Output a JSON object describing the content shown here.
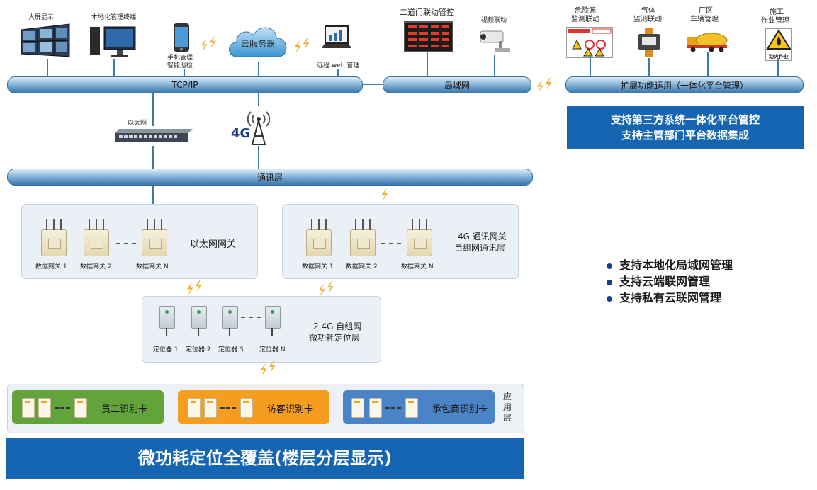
{
  "top_devices": {
    "big_screen": "大屏显示",
    "local_terminal": "本地化管理终端",
    "mobile": [
      "手机管理",
      "智能巡检"
    ],
    "cloud": "云服务器",
    "web": "远程 web 管理",
    "gate": "二道门联动管控",
    "video": "视频联动",
    "hazard": [
      "危险源",
      "监测联动"
    ],
    "gas": [
      "气体",
      "监测联动"
    ],
    "vehicle": [
      "厂区",
      "车辆管理"
    ],
    "construction": [
      "施工",
      "作业管理"
    ],
    "construction_sign": "动火作业"
  },
  "buses": {
    "tcpip": "TCP/IP",
    "lan": "局域网",
    "ext": "扩展功能运用（一体化平台管理）",
    "comm": "通讯层"
  },
  "ethernet_switch": "以太网",
  "tower_label": "4G",
  "third_party_box": [
    "支持第三方系统一体化平台管控",
    "支持主管部门平台数据集成"
  ],
  "eth_gateway_panel": {
    "title": "以太网网关",
    "items": [
      "数据网关 1",
      "数据网关 2",
      "数据网关 N"
    ]
  },
  "g4_gateway_panel": {
    "title": [
      "4G 通讯网关",
      "自组网通讯层"
    ],
    "items": [
      "数据网关 1",
      "数据网关 2",
      "数据网关 N"
    ]
  },
  "locator_panel": {
    "title": [
      "2.4G 自组网",
      "微功耗定位层"
    ],
    "items": [
      "定位器 1",
      "定位器 2",
      "定位器 3",
      "定位器 N"
    ]
  },
  "app_layer": {
    "cards": [
      "员工识别卡",
      "访客识别卡",
      "承包商识别卡"
    ],
    "side_label": [
      "应",
      "用",
      "层"
    ],
    "colors": {
      "staff": "#63a33c",
      "visitor": "#f59d1f",
      "contractor": "#4a84c6"
    }
  },
  "bullets": [
    "支持本地化局域网管理",
    "支持云端联网管理",
    "支持私有云联网管理"
  ],
  "footer": "微功耗定位全覆盖(楼层分层显示)"
}
